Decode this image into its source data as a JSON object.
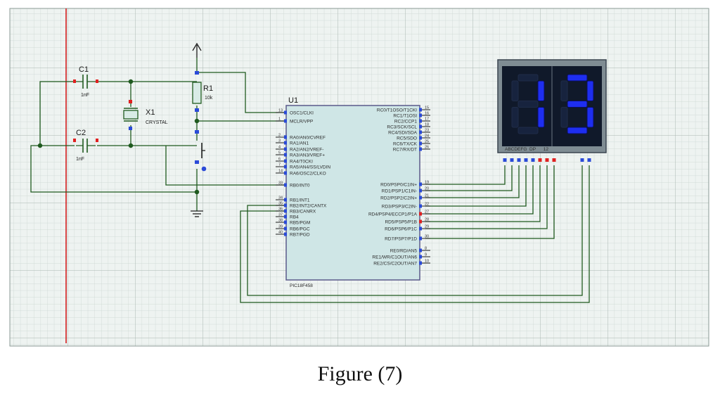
{
  "figure": {
    "caption": "Figure (7)"
  },
  "components": {
    "c1": {
      "ref": "C1",
      "value": "1nF"
    },
    "c2": {
      "ref": "C2",
      "value": "1nF"
    },
    "x1": {
      "ref": "X1",
      "value": "CRYSTAL"
    },
    "r1": {
      "ref": "R1",
      "value": "10k"
    },
    "u1": {
      "ref": "U1",
      "part": "PIC18F458"
    },
    "display": {
      "digits": [
        "1",
        "3"
      ],
      "pin_labels": "ABCDEFG  DP      12",
      "color": "#1e2ef0"
    }
  },
  "mcu": {
    "left_pins": [
      {
        "num": "13",
        "name": "OSC1/CLKI"
      },
      {
        "num": "1",
        "name": "MCLR/VPP"
      },
      {
        "num": "2",
        "name": "RA0/AN0/CVREF"
      },
      {
        "num": "3",
        "name": "RA1/AN1"
      },
      {
        "num": "4",
        "name": "RA2/AN2/VREF-"
      },
      {
        "num": "5",
        "name": "RA3/AN3/VREF+"
      },
      {
        "num": "6",
        "name": "RA4/T0CKI"
      },
      {
        "num": "7",
        "name": "RA5/AN4/SS/LVDIN"
      },
      {
        "num": "14",
        "name": "RA6/OSC2/CLKO"
      },
      {
        "num": "33",
        "name": "RB0/INT0"
      },
      {
        "num": "34",
        "name": "RB1/INT1"
      },
      {
        "num": "35",
        "name": "RB2/INT2/CANTX"
      },
      {
        "num": "36",
        "name": "RB3/CANRX"
      },
      {
        "num": "37",
        "name": "RB4"
      },
      {
        "num": "38",
        "name": "RB5/PGM"
      },
      {
        "num": "39",
        "name": "RB6/PGC"
      },
      {
        "num": "40",
        "name": "RB7/PGD"
      }
    ],
    "right_pins": [
      {
        "num": "15",
        "name": "RC0/T1OSO/T1CKI"
      },
      {
        "num": "16",
        "name": "RC1/T1OSI"
      },
      {
        "num": "17",
        "name": "RC2/CCP1"
      },
      {
        "num": "18",
        "name": "RC3/SCK/SCL"
      },
      {
        "num": "23",
        "name": "RC4/SDI/SDA"
      },
      {
        "num": "24",
        "name": "RC5/SDO"
      },
      {
        "num": "25",
        "name": "RC6/TX/CK"
      },
      {
        "num": "26",
        "name": "RC7/RX/DT"
      },
      {
        "num": "19",
        "name": "RD0/PSP0/C1IN+"
      },
      {
        "num": "20",
        "name": "RD1/PSP1/C1IN-"
      },
      {
        "num": "21",
        "name": "RD2/PSP2/C2IN+"
      },
      {
        "num": "22",
        "name": "RD3/PSP3/C2IN-"
      },
      {
        "num": "27",
        "name": "RD4/PSP4/ECCP1/P1A"
      },
      {
        "num": "28",
        "name": "RD5/PSP5/P1B"
      },
      {
        "num": "29",
        "name": "RD6/PSP6/P1C"
      },
      {
        "num": "30",
        "name": "RD7/PSP7/P1D"
      },
      {
        "num": "8",
        "name": "RE0/RD/AN5"
      },
      {
        "num": "9",
        "name": "RE1/WR/C1OUT/AN6"
      },
      {
        "num": "10",
        "name": "RE2/CS/C2OUT/AN7"
      }
    ]
  },
  "colors": {
    "wire": "#1f5a1f",
    "grid_minor": "#c9d4cf",
    "grid_major": "#a9b7b1",
    "margin_line": "#d21c1c",
    "pin_blue": "#2a4ad8",
    "pin_red": "#e02020",
    "chip_fill": "#cfe6e6",
    "chip_border": "#5a5a8a"
  }
}
